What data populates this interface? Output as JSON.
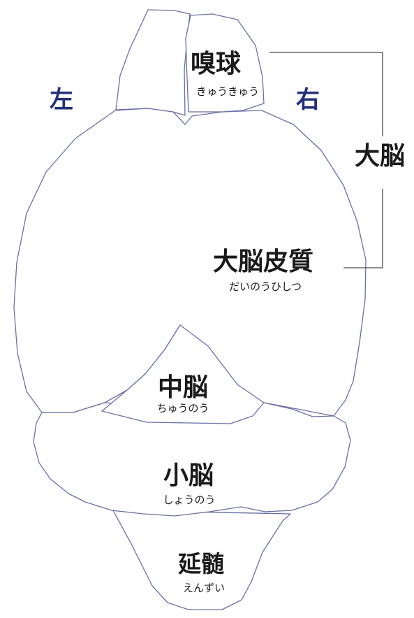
{
  "sides": {
    "left": "左",
    "right": "右"
  },
  "regions": {
    "olfactory_bulb": {
      "label": "嗅球",
      "reading": "きゅうきゅう"
    },
    "cerebral_cortex": {
      "label": "大脳皮質",
      "reading": "だいのうひしつ"
    },
    "midbrain": {
      "label": "中脳",
      "reading": "ちゅうのう"
    },
    "cerebellum": {
      "label": "小脳",
      "reading": "しょうのう"
    },
    "medulla": {
      "label": "延髄",
      "reading": "えんずい"
    }
  },
  "bracket_label": "大脳",
  "colors": {
    "outline": "#6a6fa6",
    "side_text": "#22307a",
    "bracket": "#4a4a4a"
  }
}
